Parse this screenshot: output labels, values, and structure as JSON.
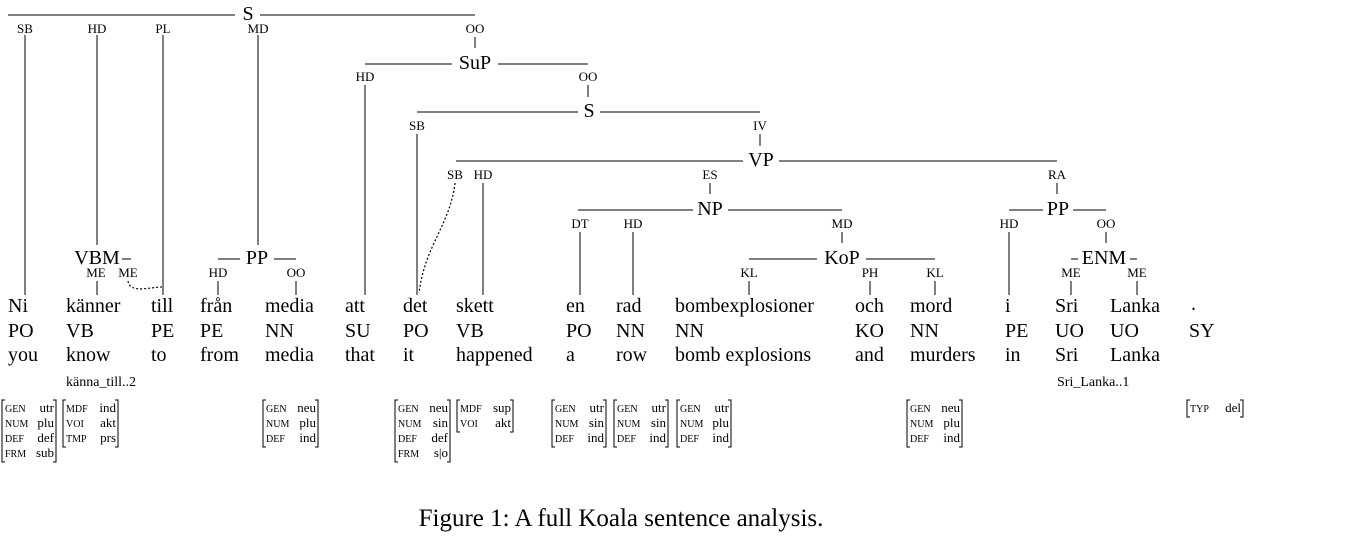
{
  "nodes": {
    "S_top": "S",
    "SuP": "SuP",
    "S_inner": "S",
    "VP": "VP",
    "NP": "NP",
    "PP_right": "PP",
    "KoP": "KoP",
    "ENM": "ENM",
    "VBM": "VBM",
    "PP_left": "PP"
  },
  "edges": {
    "ni": "SB",
    "kanner": "HD",
    "till": "PL",
    "md": "MD",
    "oo_top": "OO",
    "sup_hd": "HD",
    "sup_oo": "OO",
    "s_sb": "SB",
    "s_iv": "IV",
    "vp_sb": "SB",
    "vp_hd": "HD",
    "vp_es": "ES",
    "vp_ra": "RA",
    "np_dt": "DT",
    "np_hd": "HD",
    "np_md": "MD",
    "pp_hd": "HD",
    "pp_oo": "OO",
    "kop_kl1": "KL",
    "kop_ph": "PH",
    "kop_kl2": "KL",
    "enm_me1": "ME",
    "enm_me2": "ME",
    "vbm_me1": "ME",
    "vbm_me2": "ME",
    "ppl_hd": "HD",
    "ppl_oo": "OO"
  },
  "tokens": [
    {
      "w": "Ni",
      "p": "PO",
      "g": "you"
    },
    {
      "w": "känner",
      "p": "VB",
      "g": "know"
    },
    {
      "w": "till",
      "p": "PE",
      "g": "to"
    },
    {
      "w": "från",
      "p": "PE",
      "g": "from"
    },
    {
      "w": "media",
      "p": "NN",
      "g": "media"
    },
    {
      "w": "att",
      "p": "SU",
      "g": "that"
    },
    {
      "w": "det",
      "p": "PO",
      "g": "it"
    },
    {
      "w": "skett",
      "p": "VB",
      "g": "happened"
    },
    {
      "w": "en",
      "p": "PO",
      "g": "a"
    },
    {
      "w": "rad",
      "p": "NN",
      "g": "row"
    },
    {
      "w": "bombexplosioner",
      "p": "NN",
      "g": "bomb explosions"
    },
    {
      "w": "och",
      "p": "KO",
      "g": "and"
    },
    {
      "w": "mord",
      "p": "NN",
      "g": "murders"
    },
    {
      "w": "i",
      "p": "PE",
      "g": "in"
    },
    {
      "w": "Sri",
      "p": "UO",
      "g": "Sri"
    },
    {
      "w": "Lanka",
      "p": "UO",
      "g": "Lanka"
    },
    {
      "w": ".",
      "p": "SY",
      "g": ""
    }
  ],
  "lemmas": {
    "kanna_till": "känna_till..2",
    "sri_lanka": "Sri_Lanka..1"
  },
  "features": [
    {
      "rows": [
        [
          "GEN",
          "utr"
        ],
        [
          "NUM",
          "plu"
        ],
        [
          "DEF",
          "def"
        ],
        [
          "FRM",
          "sub"
        ]
      ]
    },
    {
      "rows": [
        [
          "MDF",
          "ind"
        ],
        [
          "VOI",
          "akt"
        ],
        [
          "TMP",
          "prs"
        ]
      ]
    },
    {
      "rows": [
        [
          "GEN",
          "neu"
        ],
        [
          "NUM",
          "plu"
        ],
        [
          "DEF",
          "ind"
        ]
      ]
    },
    {
      "rows": [
        [
          "GEN",
          "neu"
        ],
        [
          "NUM",
          "sin"
        ],
        [
          "DEF",
          "def"
        ],
        [
          "FRM",
          "s|o"
        ]
      ]
    },
    {
      "rows": [
        [
          "MDF",
          "sup"
        ],
        [
          "VOI",
          "akt"
        ]
      ]
    },
    {
      "rows": [
        [
          "GEN",
          "utr"
        ],
        [
          "NUM",
          "sin"
        ],
        [
          "DEF",
          "ind"
        ]
      ]
    },
    {
      "rows": [
        [
          "GEN",
          "utr"
        ],
        [
          "NUM",
          "sin"
        ],
        [
          "DEF",
          "ind"
        ]
      ]
    },
    {
      "rows": [
        [
          "GEN",
          "utr"
        ],
        [
          "NUM",
          "plu"
        ],
        [
          "DEF",
          "ind"
        ]
      ]
    },
    {
      "rows": [
        [
          "GEN",
          "neu"
        ],
        [
          "NUM",
          "plu"
        ],
        [
          "DEF",
          "ind"
        ]
      ]
    },
    {
      "rows": [
        [
          "TYP",
          "del"
        ]
      ]
    }
  ],
  "caption": "Figure 1: A full Koala sentence analysis."
}
